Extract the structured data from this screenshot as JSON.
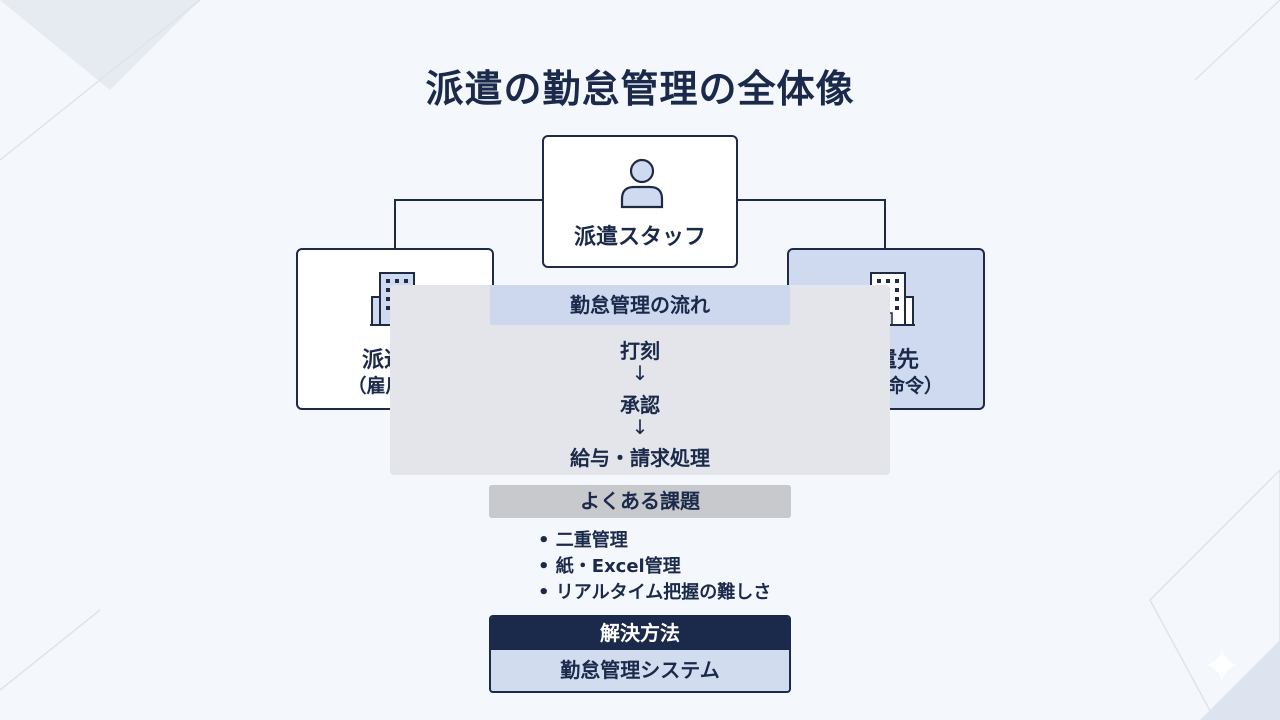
{
  "title": "派遣の勤怠管理の全体像",
  "staff": {
    "label": "派遣スタッフ",
    "icon": "person-icon"
  },
  "dispatch_source": {
    "label": "派遣元",
    "sub": "（雇用主）",
    "icon": "building-icon"
  },
  "dispatch_dest": {
    "label": "派遣先",
    "sub": "（指揮命令）",
    "icon": "building-icon"
  },
  "flow": {
    "title": "勤怠管理の流れ",
    "steps": [
      "打刻",
      "承認",
      "給与・請求処理"
    ],
    "arrow": "↓"
  },
  "issues": {
    "title": "よくある課題",
    "items": [
      "• 二重管理",
      "• 紙・Excel管理",
      "• リアルタイム把握の難しさ"
    ]
  },
  "solution": {
    "title": "解決方法",
    "body": "勤怠管理システム"
  },
  "colors": {
    "navy": "#1b2a4a",
    "light_blue": "#cfdaf0",
    "panel_gray": "#e3e5ea",
    "background": "#f4f7fb"
  }
}
